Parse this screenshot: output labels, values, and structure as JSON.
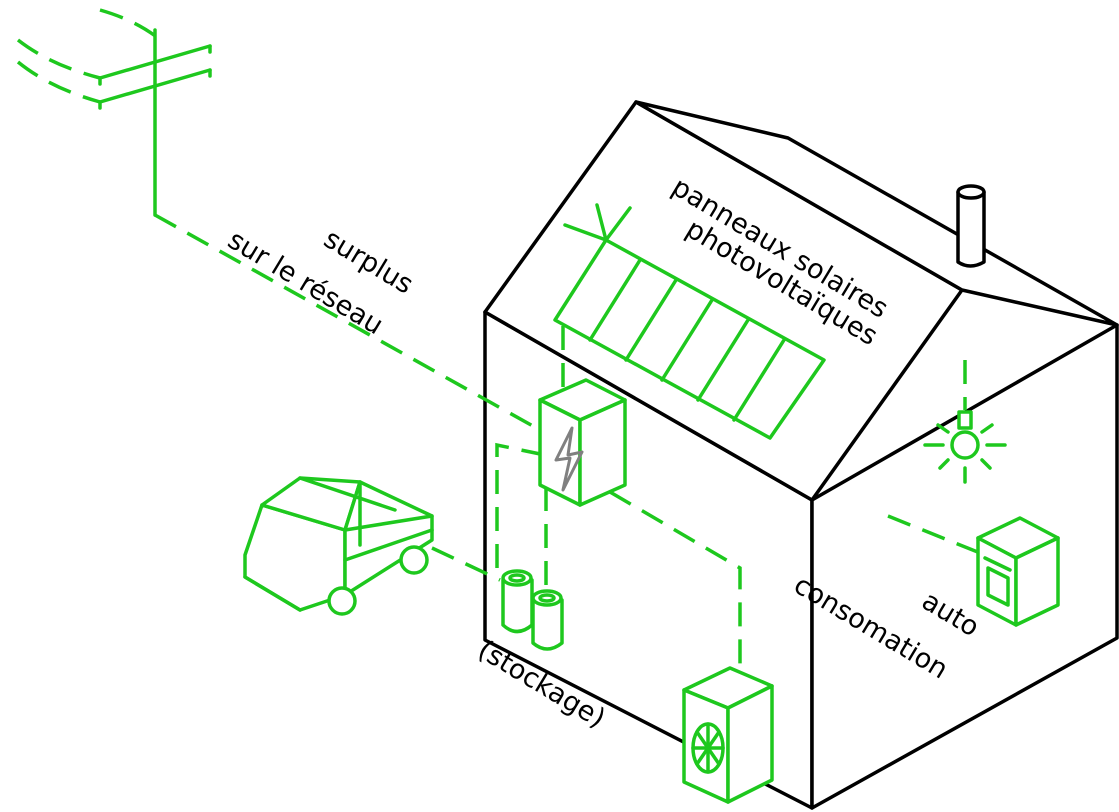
{
  "labels": {
    "panels_line1": "panneaux solaires",
    "panels_line2": "photovoltaïques",
    "surplus_line1": "surplus",
    "surplus_line2": "sur le réseau",
    "auto_line1": "auto",
    "auto_line2": "consomation",
    "storage": "(stockage)"
  },
  "colors": {
    "energy": "#1ec81e",
    "house": "#000000",
    "bolt": "#808080",
    "background": "#ffffff"
  },
  "icons": [
    "power-pylon-icon",
    "solar-panel-icon",
    "inverter-icon",
    "battery-icon",
    "car-icon",
    "heat-pump-icon",
    "light-bulb-icon",
    "appliance-icon",
    "chimney-icon"
  ]
}
